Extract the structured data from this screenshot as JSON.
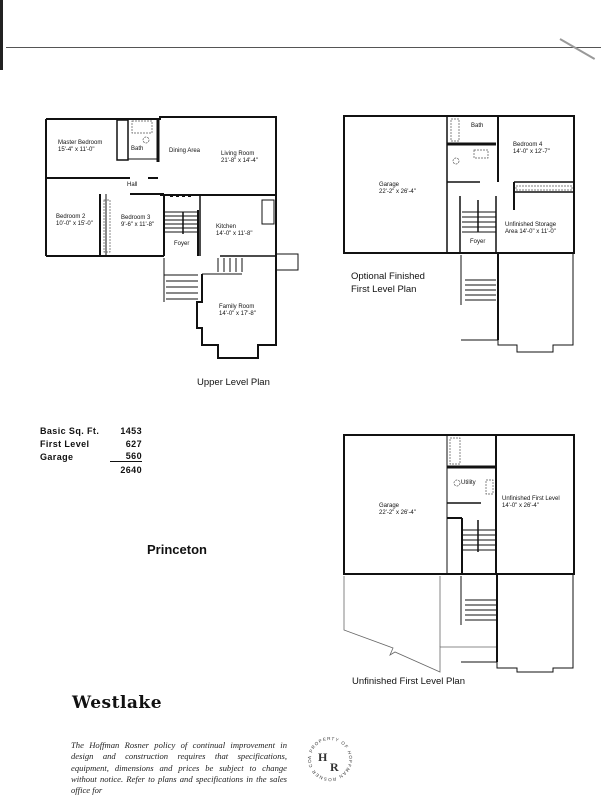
{
  "upper_level_plan": {
    "caption": "Upper Level Plan",
    "rooms": [
      {
        "name": "Master Bedroom",
        "dims": "15'-4\" x 11'-0\""
      },
      {
        "name": "Bath",
        "dims": ""
      },
      {
        "name": "Dining Area",
        "dims": ""
      },
      {
        "name": "Living Room",
        "dims": "21'-8\" x 14'-4\""
      },
      {
        "name": "Hall",
        "dims": ""
      },
      {
        "name": "Bedroom 2",
        "dims": "10'-0\" x 15'-0\""
      },
      {
        "name": "Bedroom 3",
        "dims": "9'-6\" x 11'-8\""
      },
      {
        "name": "Kitchen",
        "dims": "14'-0\" x 11'-8\""
      },
      {
        "name": "Foyer",
        "dims": ""
      },
      {
        "name": "Family Room",
        "dims": "14'-0\" x 17'-8\""
      }
    ]
  },
  "optional_first_level_plan": {
    "caption_line1": "Optional Finished",
    "caption_line2": "First Level Plan",
    "rooms": [
      {
        "name": "Bath",
        "dims": ""
      },
      {
        "name": "Bedroom 4",
        "dims": "14'-0\" x 12'-7\""
      },
      {
        "name": "Garage",
        "dims": "22'-2\" x 26'-4\""
      },
      {
        "name": "Unfinished Storage",
        "dims": "Area 14'-0\" x 11'-0\""
      },
      {
        "name": "Foyer",
        "dims": ""
      }
    ]
  },
  "unfinished_first_level_plan": {
    "caption": "Unfinished First Level Plan",
    "rooms": [
      {
        "name": "Utility",
        "dims": ""
      },
      {
        "name": "Garage",
        "dims": "22'-2\" x 26'-4\""
      },
      {
        "name": "Unfinished First Level",
        "dims": "14'-0\" x 26'-4\""
      }
    ]
  },
  "square_footage": {
    "rows": [
      {
        "label": "Basic Sq. Ft.",
        "value": "1453"
      },
      {
        "label": "First Level",
        "value": "627"
      },
      {
        "label": "Garage",
        "value": "560"
      }
    ],
    "total": "2640"
  },
  "model_name": "Princeton",
  "brand_title": "Westlake",
  "disclaimer": "The Hoffman Rosner policy of continual improvement in design and construction requires that specifications, equipment, dimensions and prices be subject to change without notice. Refer to plans and specifications in the sales office for",
  "seal": {
    "initials_top": "H",
    "initials_bottom": "R",
    "ring_text": "A PROPERTY OF HOFFMAN ROSNER CORP"
  }
}
